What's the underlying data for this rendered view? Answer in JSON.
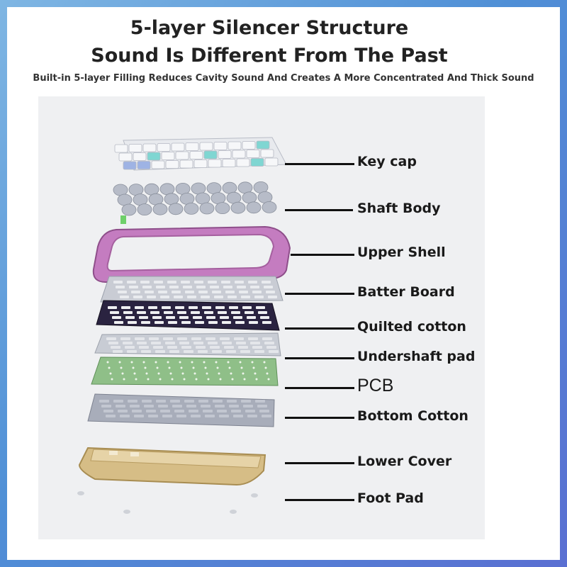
{
  "header": {
    "title_line1": "5-layer Silencer Structure",
    "title_line2": "Sound Is Different From The Past",
    "subtitle": "Built-in 5-layer Filling Reduces Cavity Sound And Creates A More Concentrated And Thick Sound"
  },
  "layers": [
    {
      "label": "Key cap"
    },
    {
      "label": "Shaft Body"
    },
    {
      "label": "Upper Shell"
    },
    {
      "label": "Batter Board"
    },
    {
      "label": "Quilted cotton"
    },
    {
      "label": "Undershaft pad"
    },
    {
      "label": "PCB"
    },
    {
      "label": "Bottom Cotton"
    },
    {
      "label": "Lower Cover"
    },
    {
      "label": "Foot Pad"
    }
  ],
  "colors": {
    "frame_gradient": [
      "#7fb6e3",
      "#5a6fd2"
    ],
    "upper_shell": "#c47cc0",
    "batter_board": "#c9ccd4",
    "quilted_cotton": "#2a2340",
    "undershaft_pad": "#c8ccd4",
    "pcb": "#8fbf88",
    "bottom_cotton": "#a8adba",
    "lower_cover": "#d6bd86",
    "keycap_accent": "#7fd6d2"
  }
}
